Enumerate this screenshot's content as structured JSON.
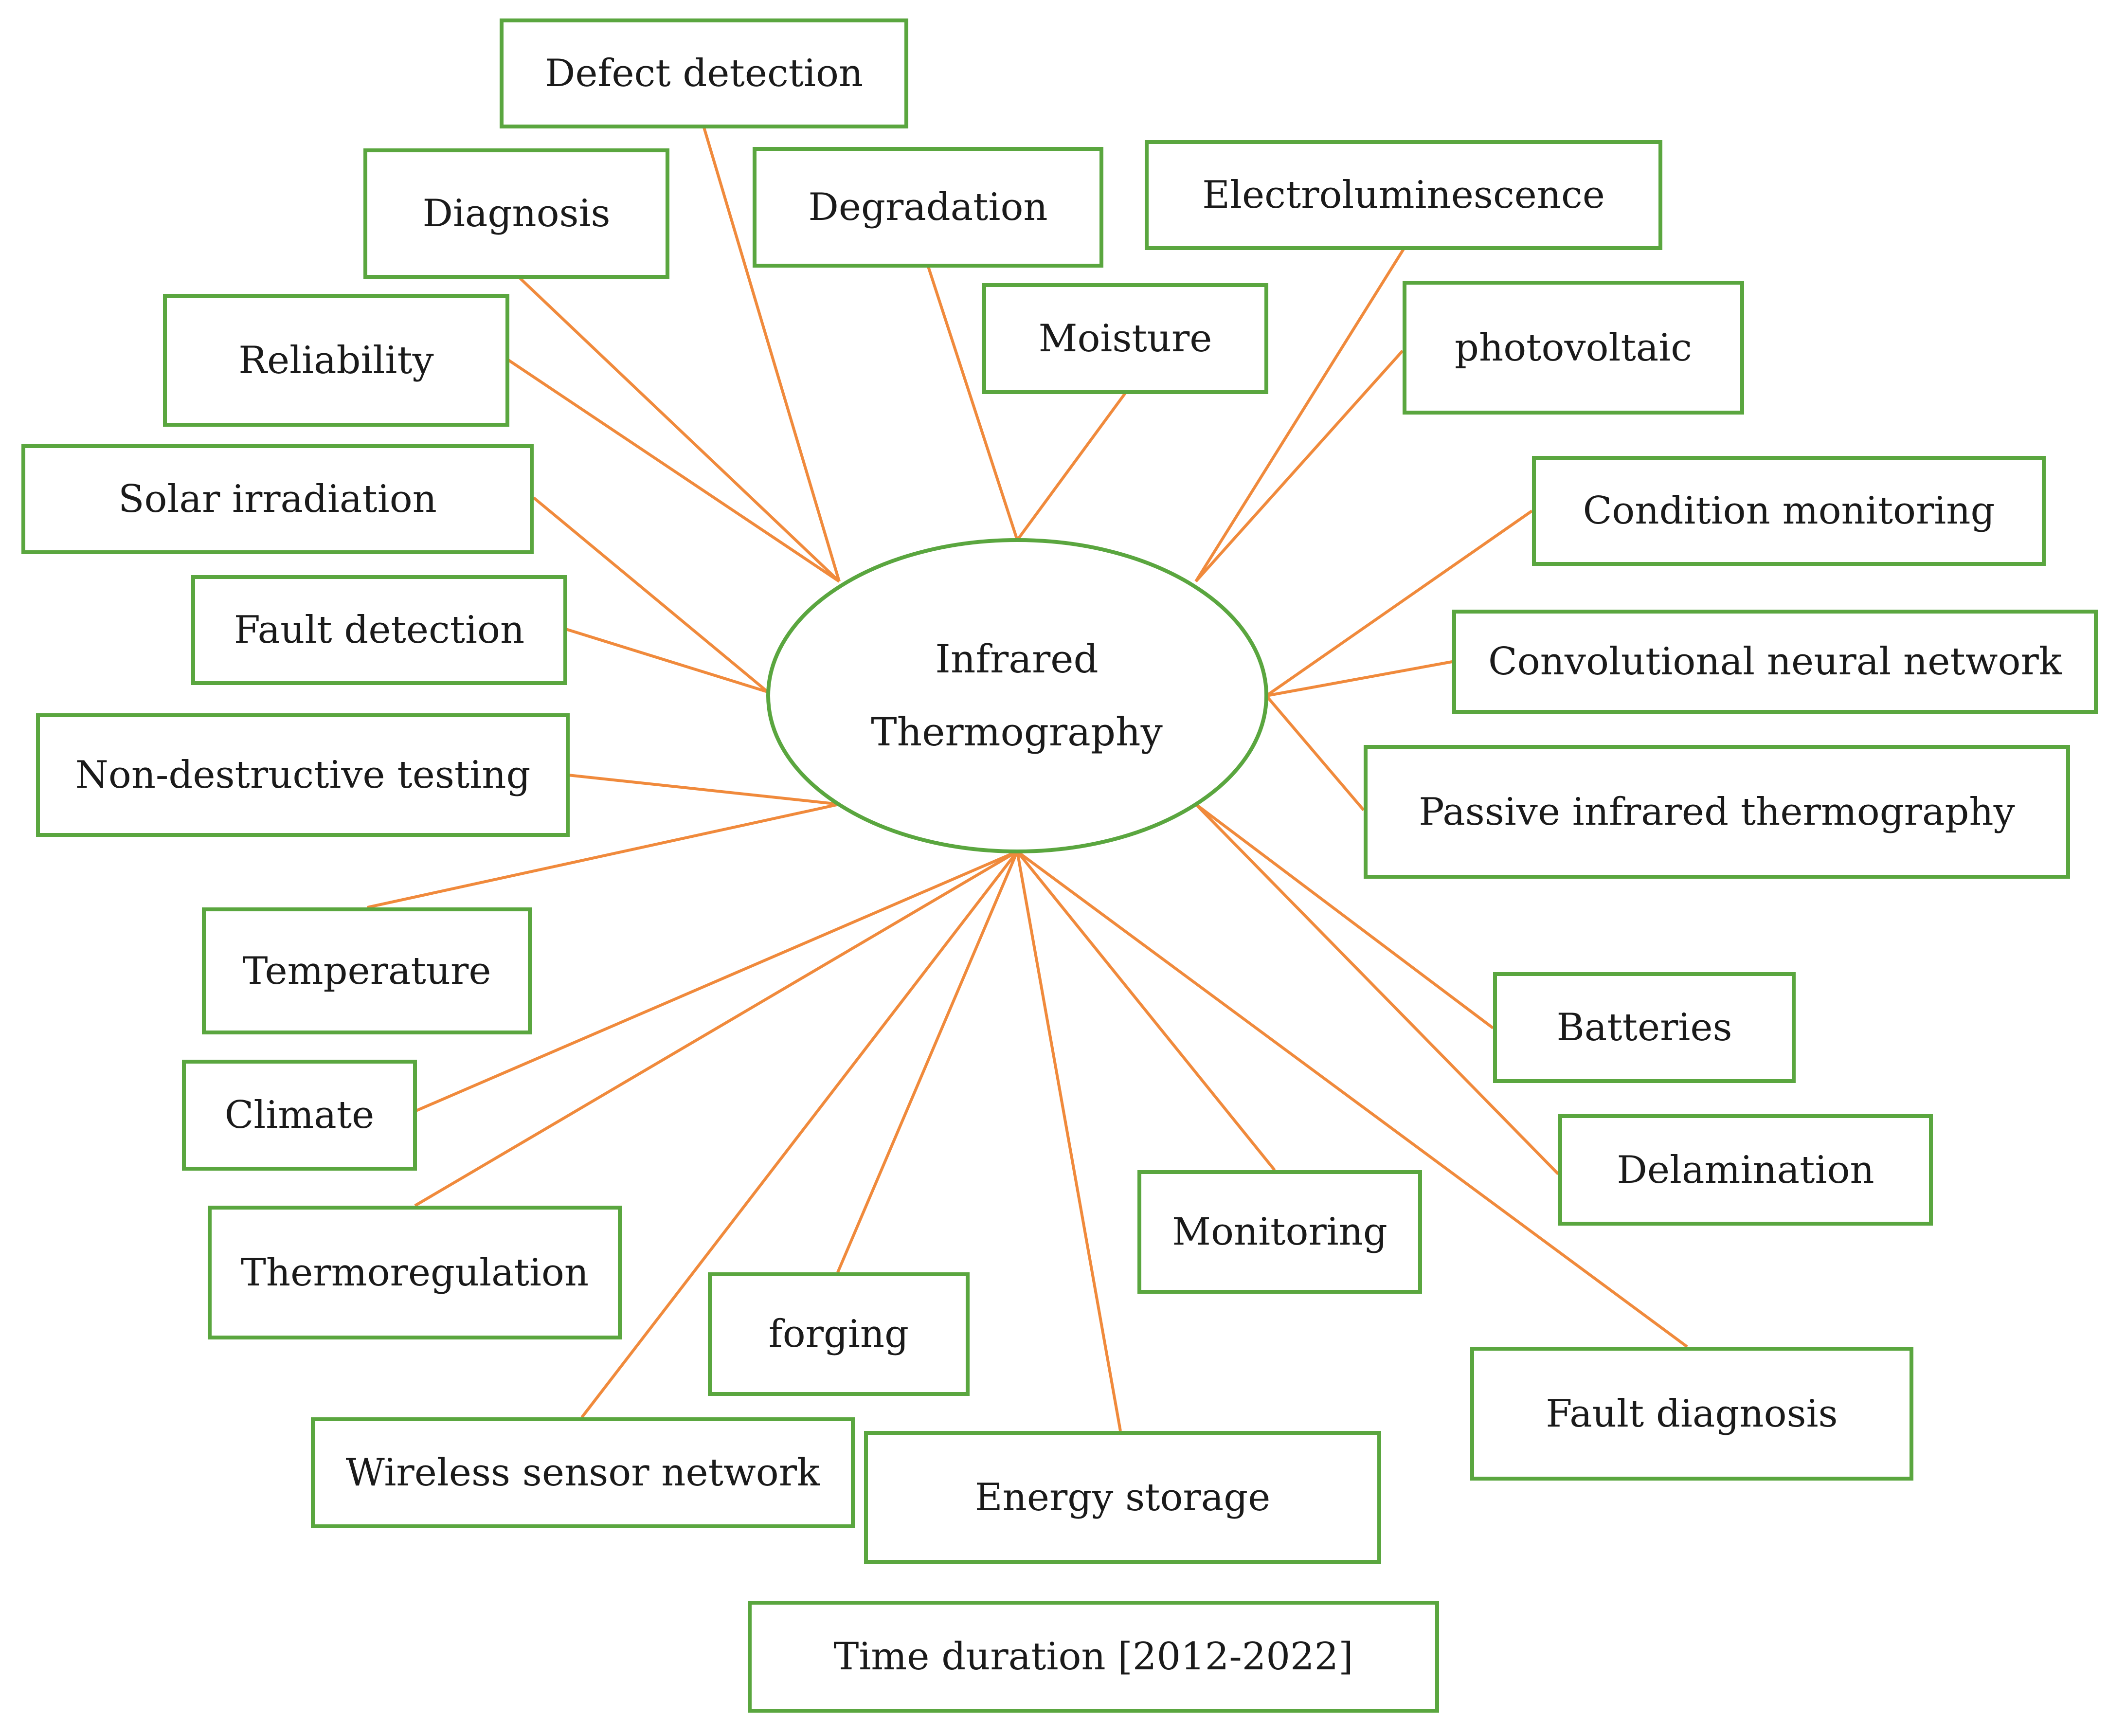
{
  "center": {
    "line1": "Infrared",
    "line2": "Thermography"
  },
  "keywords": {
    "defect_detection": "Defect detection",
    "diagnosis": "Diagnosis",
    "degradation": "Degradation",
    "electroluminescence": "Electroluminescence",
    "moisture": "Moisture",
    "photovoltaic": "photovoltaic",
    "reliability": "Reliability",
    "condition_monitoring": "Condition monitoring",
    "solar_irradiation": "Solar irradiation",
    "fault_detection": "Fault detection",
    "convolutional_neural_network": "Convolutional neural network",
    "non_destructive_testing": "Non-destructive testing",
    "passive_infrared_thermography": "Passive infrared thermography",
    "temperature": "Temperature",
    "batteries": "Batteries",
    "climate": "Climate",
    "delamination": "Delamination",
    "thermoregulation": "Thermoregulation",
    "monitoring": "Monitoring",
    "forging": "forging",
    "fault_diagnosis": "Fault diagnosis",
    "wireless_sensor_network": "Wireless sensor network",
    "energy_storage": "Energy storage",
    "time_duration": "Time duration [2012-2022]"
  },
  "colors": {
    "box_border": "#5aa63f",
    "ellipse_border": "#5aa63f",
    "connector": "#f08a3c"
  }
}
